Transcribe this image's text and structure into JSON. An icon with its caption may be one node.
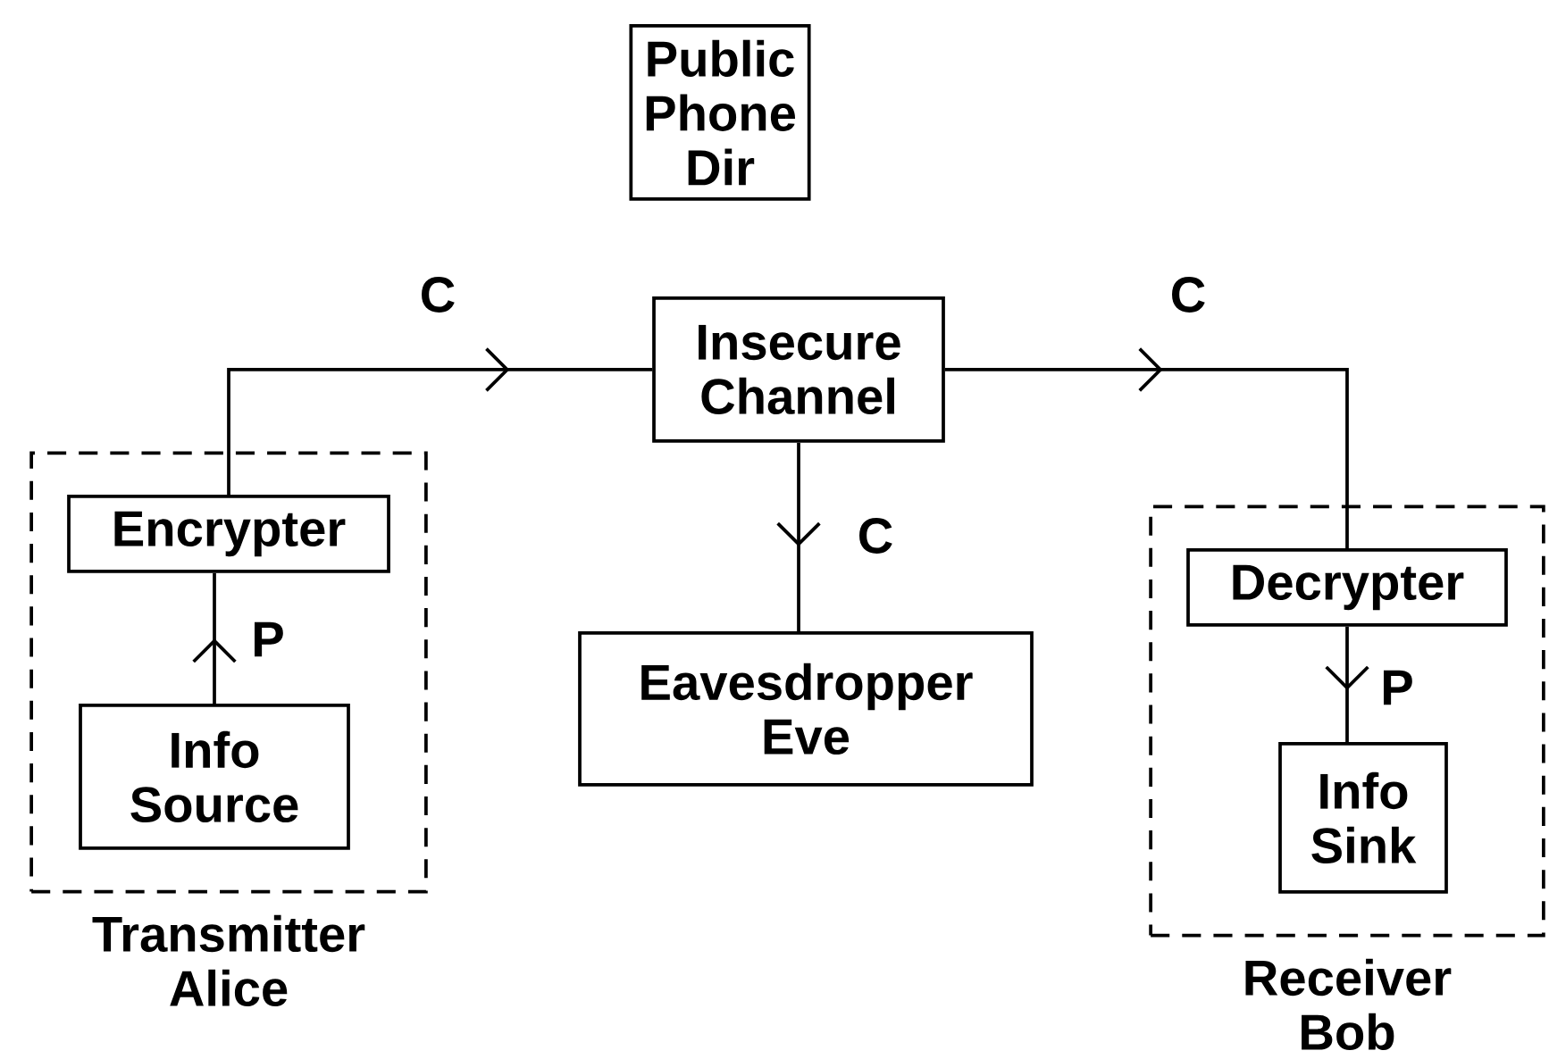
{
  "diagram": {
    "nodes": [
      {
        "text": [
          "Public Phone Dir"
        ]
      },
      {
        "text": [
          "Transmitter Alice"
        ]
      },
      {
        "text": [
          "Encrypter"
        ],
        "in": 1
      },
      {
        "text": [
          "Info Source"
        ],
        "in": 1
      },
      {
        "text": [
          "Insecure Channel"
        ]
      },
      {
        "text": [
          "Eavesdropper Eve"
        ]
      },
      {
        "text": [
          "Receiver Bob"
        ]
      },
      {
        "text": [
          "Decrypter"
        ],
        "in": 6
      },
      {
        "text": [
          "Info Sink"
        ],
        "in": 6
      }
    ],
    "edges": [
      {
        "from": 3,
        "to": 2,
        "arrow": "to",
        "label": "P"
      },
      {
        "from": 2,
        "to": 4,
        "arrow": "to",
        "label": "C"
      },
      {
        "from": 4,
        "to": 5,
        "arrow": "to",
        "label": "C"
      },
      {
        "from": 4,
        "to": 7,
        "arrow": "to",
        "label": "C"
      },
      {
        "from": 7,
        "to": 8,
        "arrow": "to",
        "label": "P"
      }
    ]
  }
}
